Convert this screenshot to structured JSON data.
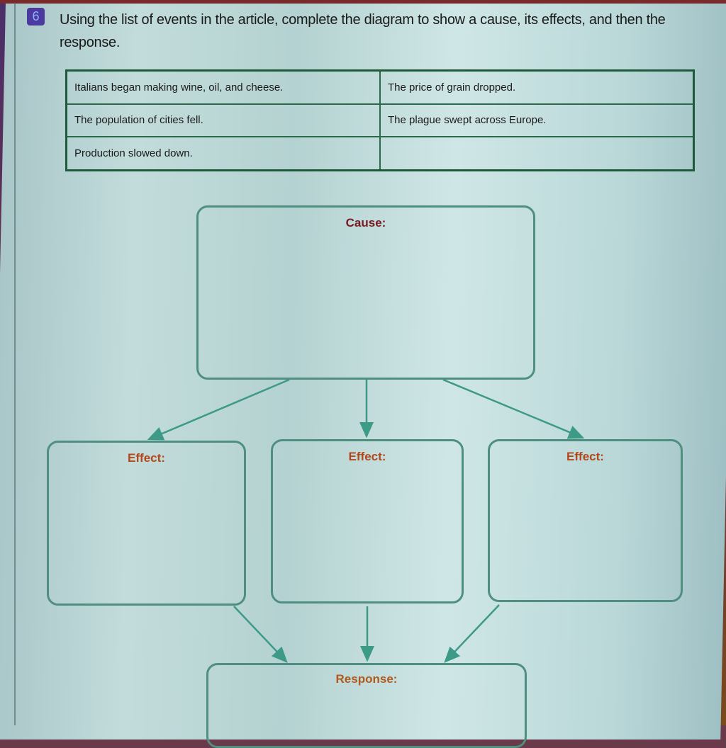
{
  "question": {
    "number": "6",
    "prompt": "Using the list of events in the article, complete the diagram to show a cause, its effects, and then the response."
  },
  "events_table": {
    "rows": [
      [
        "Italians began making wine, oil, and cheese.",
        "The price of grain dropped."
      ],
      [
        "The population of cities fell.",
        "The plague swept across Europe."
      ],
      [
        "Production slowed down.",
        ""
      ]
    ]
  },
  "diagram": {
    "cause": {
      "label": "Cause:",
      "value": ""
    },
    "effects": [
      {
        "label": "Effect:",
        "value": ""
      },
      {
        "label": "Effect:",
        "value": ""
      },
      {
        "label": "Effect:",
        "value": ""
      }
    ],
    "response": {
      "label": "Response:",
      "value": ""
    }
  },
  "colors": {
    "box_border": "#4f8f80",
    "arrow": "#3c9a86",
    "cause_label": "#7a1a22",
    "effect_label": "#b5461a",
    "table_border": "#1d5a3a",
    "question_badge": "#4b3aa0"
  }
}
